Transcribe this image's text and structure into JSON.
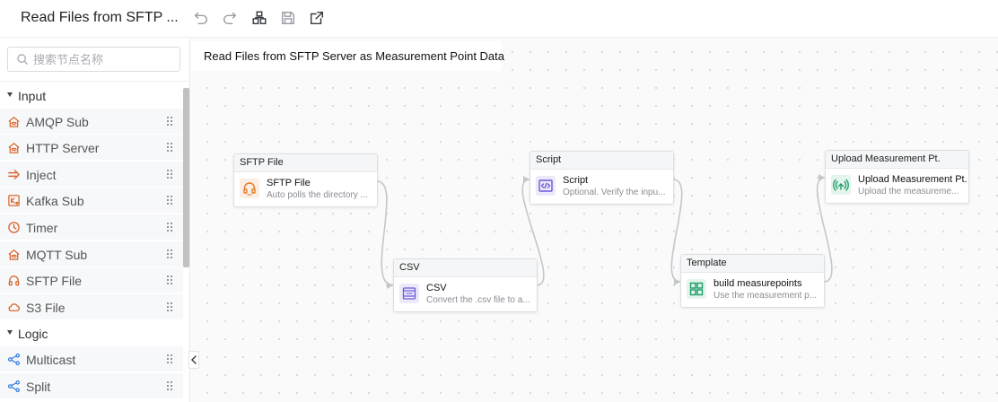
{
  "header": {
    "title": "Read Files from SFTP ...",
    "icons": [
      "undo-icon",
      "redo-icon",
      "flow-structure-icon",
      "save-icon",
      "external-link-icon"
    ]
  },
  "sidebar": {
    "search_placeholder": "搜索节点名称",
    "groups": [
      {
        "label": "Input",
        "items": [
          {
            "label": "AMQP Sub",
            "icon": "house-signal-icon"
          },
          {
            "label": "HTTP Server",
            "icon": "house-signal-icon"
          },
          {
            "label": "Inject",
            "icon": "arrow-right-icon"
          },
          {
            "label": "Kafka Sub",
            "icon": "kafka-icon"
          },
          {
            "label": "Timer",
            "icon": "clock-icon"
          },
          {
            "label": "MQTT Sub",
            "icon": "house-signal-icon"
          },
          {
            "label": "SFTP File",
            "icon": "headset-icon"
          },
          {
            "label": "S3 File",
            "icon": "cloud-icon"
          }
        ]
      },
      {
        "label": "Logic",
        "items": [
          {
            "label": "Multicast",
            "icon": "share-icon"
          },
          {
            "label": "Split",
            "icon": "share-icon"
          }
        ]
      }
    ]
  },
  "canvas": {
    "title": "Read Files from SFTP Server as Measurement Point Data",
    "nodes": [
      {
        "id": "sftp",
        "header": "SFTP File",
        "name": "SFTP File",
        "desc": "Auto polls the directory ...",
        "icon": "sftp-icon",
        "color": "#e07b2a"
      },
      {
        "id": "csv",
        "header": "CSV",
        "name": "CSV",
        "desc": "Convert the .csv file to a...",
        "icon": "csv-icon",
        "color": "#6b5bd6"
      },
      {
        "id": "script",
        "header": "Script",
        "name": "Script",
        "desc": "Optional. Verify the inpu...",
        "icon": "code-icon",
        "color": "#6b5bd6"
      },
      {
        "id": "template",
        "header": "Template",
        "name": "build measurepoints",
        "desc": "Use the measurement p...",
        "icon": "grid-icon",
        "color": "#22a06b"
      },
      {
        "id": "upload",
        "header": "Upload Measurement Pt.",
        "name": "Upload Measurement Pt.",
        "desc": "Upload the measureme...",
        "icon": "upload-signal-icon",
        "color": "#22a06b"
      }
    ]
  },
  "colors": {
    "sidebar_icon": "#d9652b",
    "logic_icon": "#2f7de1",
    "edge": "#c4c6ca"
  }
}
